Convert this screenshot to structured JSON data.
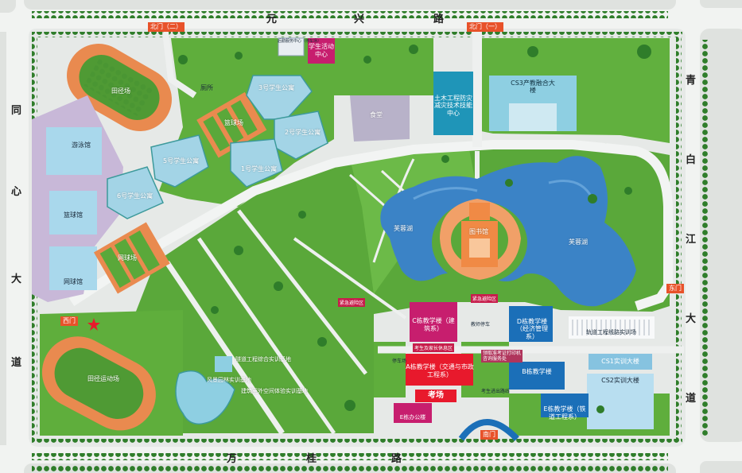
{
  "roads": {
    "north": [
      "元",
      "兴",
      "路"
    ],
    "south": [
      "万",
      "桂",
      "路"
    ],
    "west": [
      "同",
      "心",
      "大",
      "道"
    ],
    "east": [
      "青",
      "白",
      "江",
      "大",
      "道"
    ]
  },
  "gates": {
    "north2": "北门（二）",
    "north1": "北门（一）",
    "west": "西门",
    "east": "东门",
    "south": "南门"
  },
  "buildings": {
    "student_center": "学生活动中心",
    "service_center": "后勤服务中心（停车场）",
    "civil_center": "土木工程防灾减灾技术技能中心",
    "cs3": "CS3产教融合大楼",
    "canteen": "食堂",
    "dorm3": "3号学生公寓",
    "dorm2": "2号学生公寓",
    "dorm1": "1号学生公寓",
    "dorm5": "5号学生公寓",
    "dorm6": "6号学生公寓",
    "basketball": "篮球场",
    "toilet": "厕所",
    "tennis": "网球场",
    "swimming": "游泳馆",
    "arena": "篮球馆",
    "badminton": "网球馆",
    "stadium_north": "田径场",
    "stadium_south": "田径运动场",
    "library": "图书馆",
    "lake_west": "芙蓉湖",
    "lake_east": "芙蓉湖",
    "c_building": "C栋教学楼（建筑系）",
    "d_building": "D栋教学楼（经济管理系）",
    "a_building": "A栋教学楼（交通与市政工程系）",
    "b_building": "B栋教学楼",
    "e_building": "E栋教学楼（铁道工程系）",
    "e_office": "E栋办公楼",
    "cs1": "CS1实训大楼",
    "cs2": "CS2实训大楼",
    "rail_training": "轨道工程线路实训场",
    "tunnel_base": "隧道工程综合实训基地",
    "landscape_base": "风景园林实训基地",
    "outdoor_base": "建筑室外空间体验实训基地",
    "exam_hall": "考场"
  },
  "notes": {
    "emergency_w": "紧急避险区",
    "emergency_e": "紧急避险区",
    "guide": "考生及家长休息区",
    "parking": "停车场",
    "admission": "领取准考证打印机咨询服务处",
    "route": "考生进出路线",
    "teacher": "教师停车"
  },
  "colors": {
    "grass": "#5aa83a",
    "road": "#eceeed",
    "track": "#e98a4f",
    "water": "#3b83c6",
    "gate": "#e8522a",
    "magenta": "#c71e6e",
    "teal": "#3d9a9b"
  }
}
